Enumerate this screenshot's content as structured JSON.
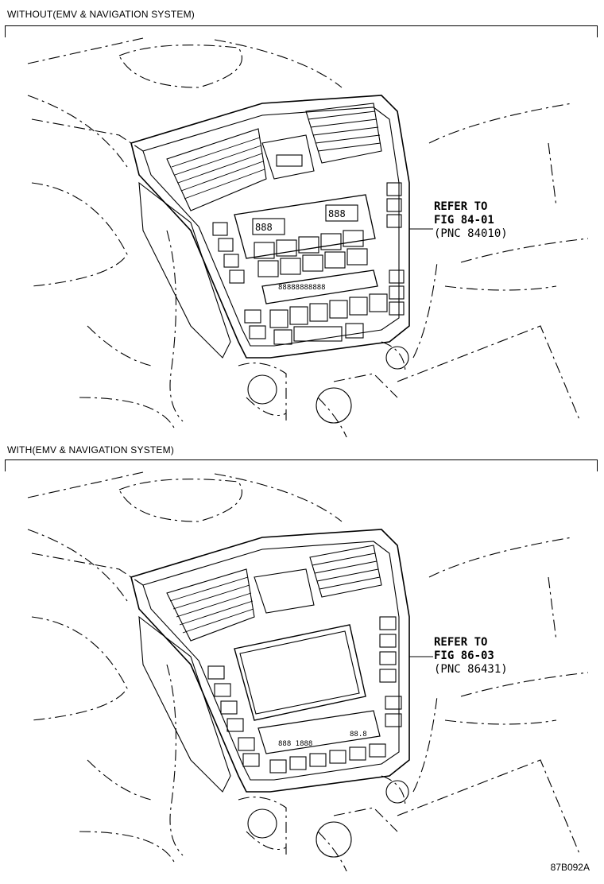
{
  "diagram": {
    "sections": [
      {
        "title": "WITHOUT(EMV & NAVIGATION SYSTEM)",
        "refer_label": "REFER TO",
        "fig_label": "FIG 84-01",
        "pnc_label": "(PNC 84010)"
      },
      {
        "title": "WITH(EMV & NAVIGATION SYSTEM)",
        "refer_label": "REFER TO",
        "fig_label": "FIG 86-03",
        "pnc_label": "(PNC 86431)"
      }
    ],
    "figure_code": "87B092A"
  }
}
